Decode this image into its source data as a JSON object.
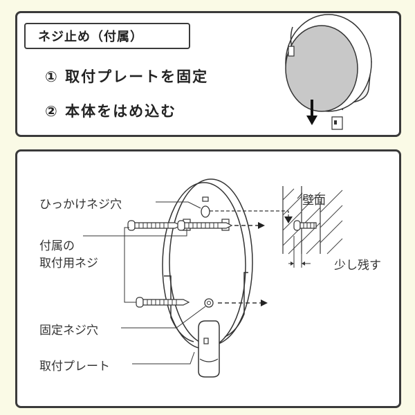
{
  "top": {
    "title": "ネジ止め（付属）",
    "steps": [
      "① 取付プレートを固定",
      "② 本体をはめ込む"
    ]
  },
  "diagram": {
    "labels": {
      "hook_hole": "ひっかけネジ穴",
      "included_screws_line1": "付属の",
      "included_screws_line2": "取付用ネジ",
      "fixing_hole": "固定ネジ穴",
      "mounting_plate": "取付プレート",
      "wall_surface": "壁面",
      "leave_gap": "少し残す"
    }
  },
  "colors": {
    "background": "#fafae6",
    "border": "#3a3a3a",
    "panel": "#ffffff"
  }
}
